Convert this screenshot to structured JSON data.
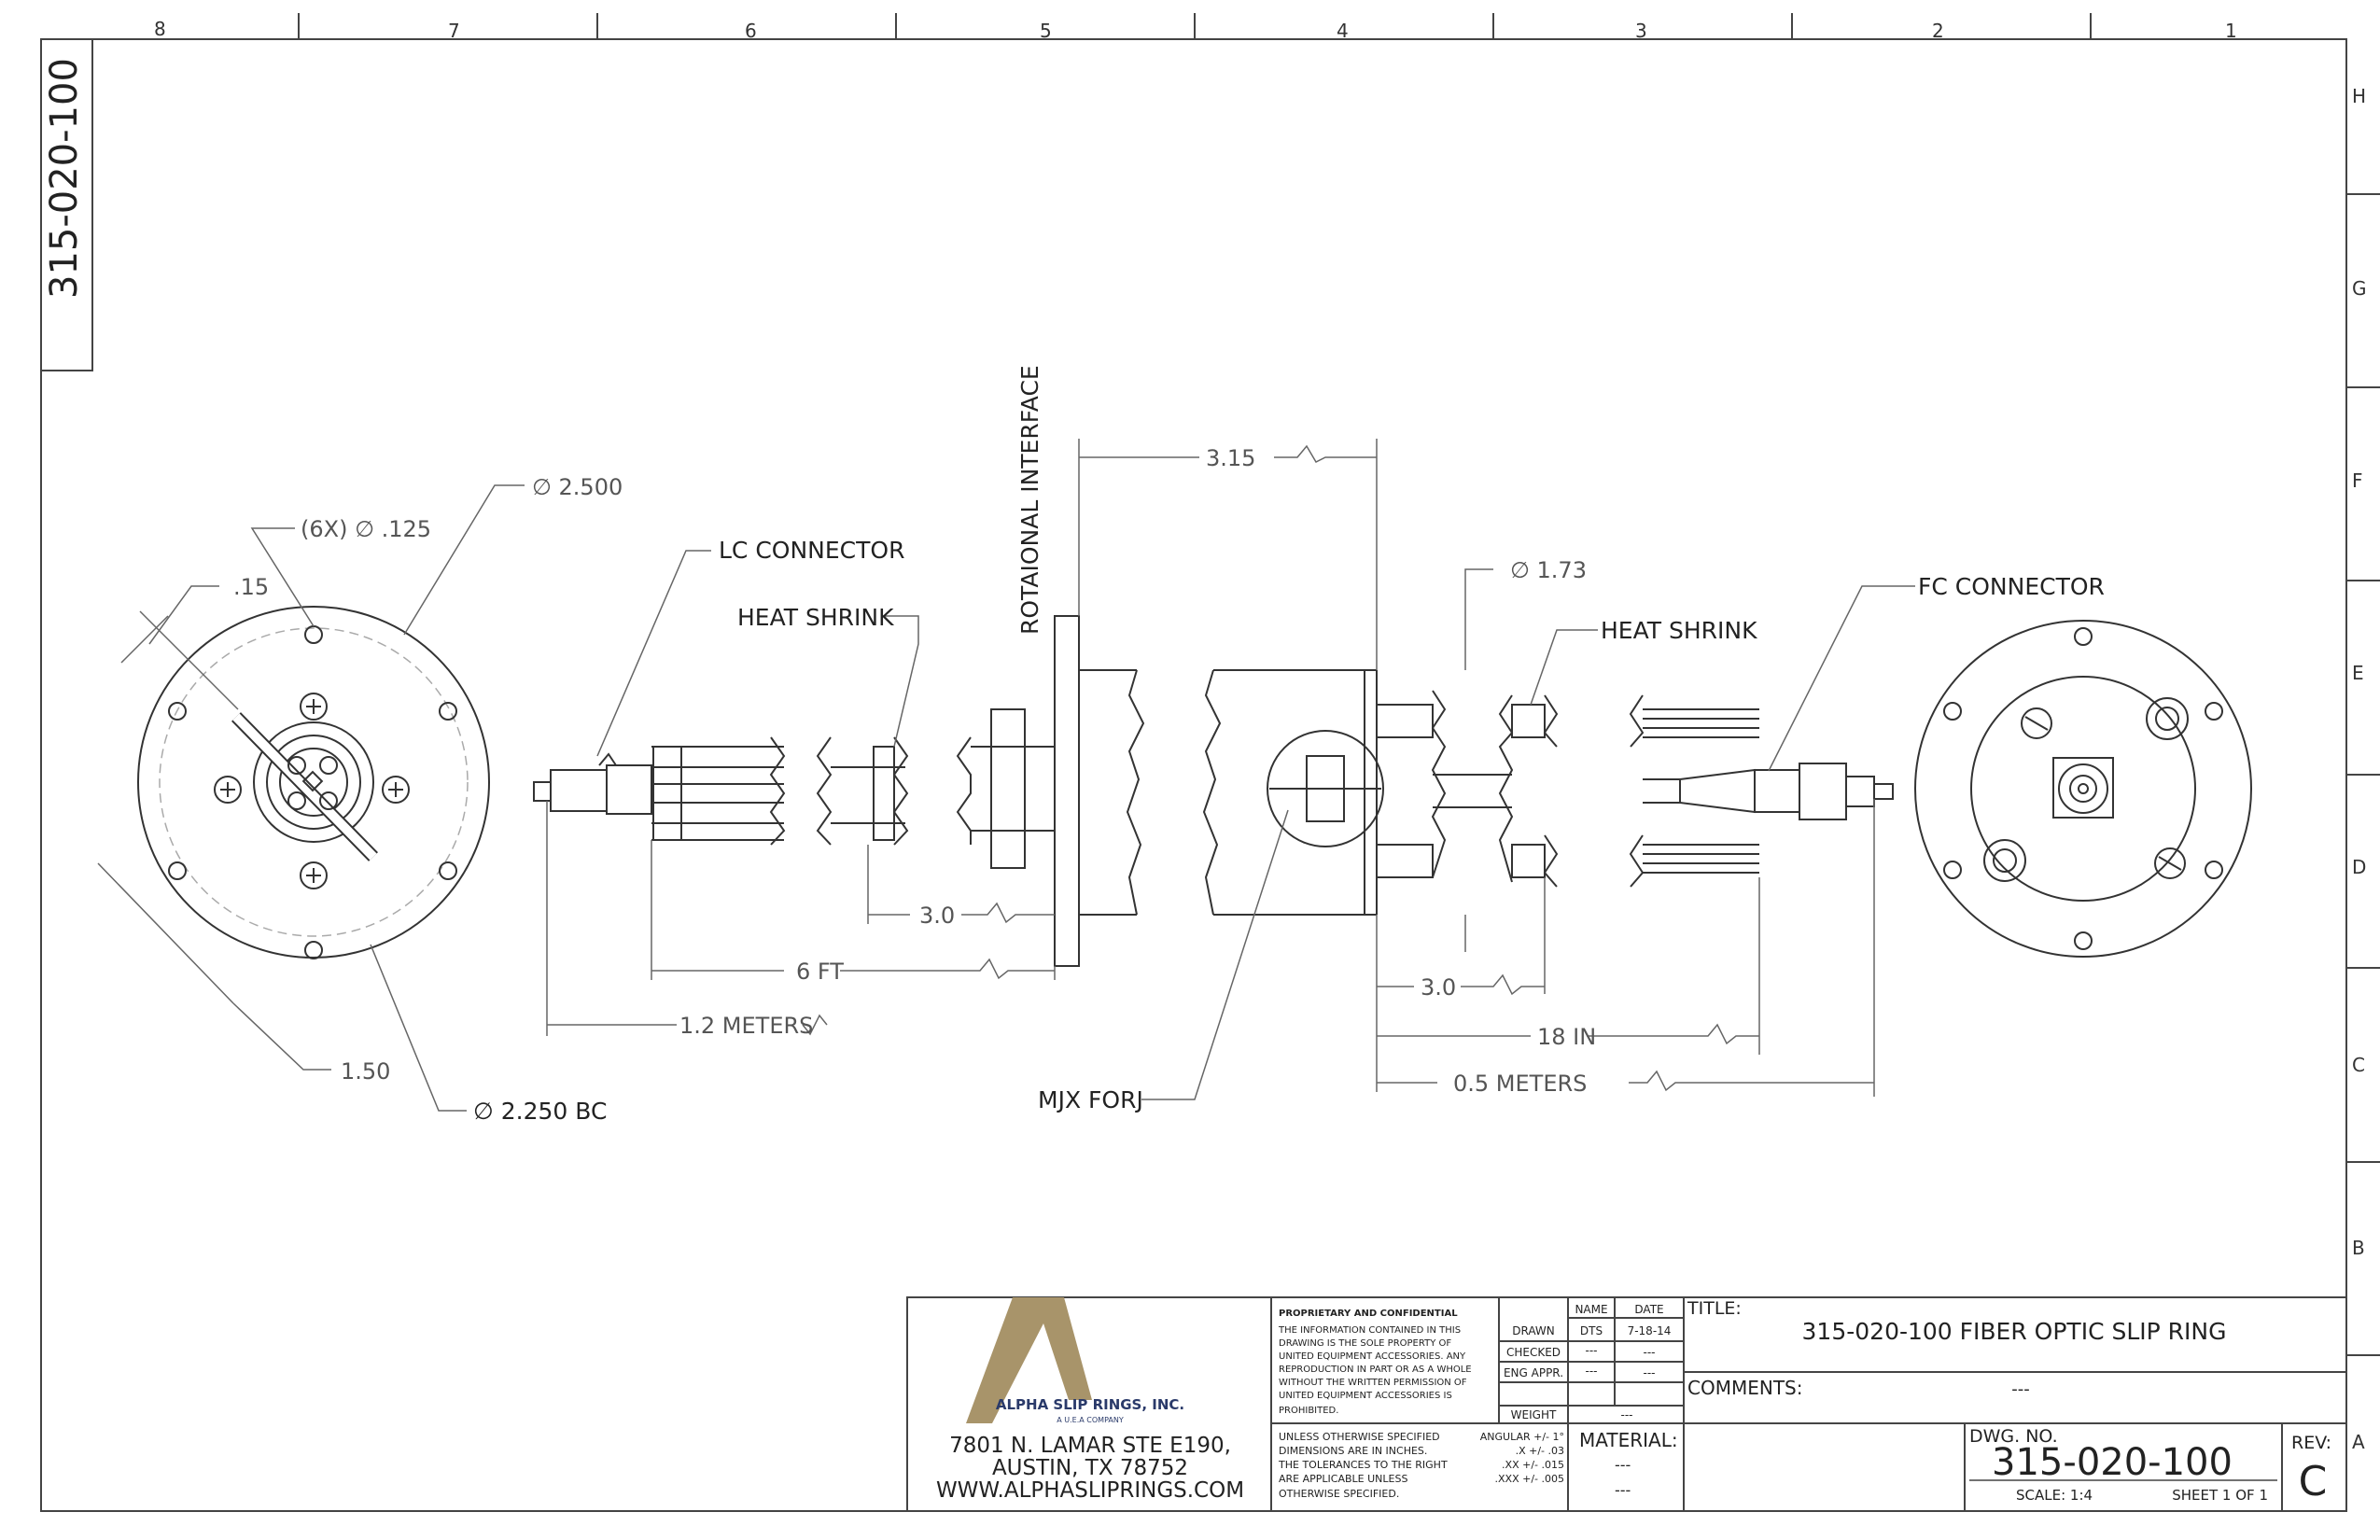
{
  "sheet": {
    "zones_top": [
      "8",
      "7",
      "6",
      "5",
      "4",
      "3",
      "2",
      "1"
    ],
    "zones_side": [
      "H",
      "G",
      "F",
      "E",
      "D",
      "C",
      "B",
      "A"
    ],
    "corner_number": "315-020-100"
  },
  "callouts": {
    "lc_connector": "LC CONNECTOR",
    "heat_shrink_left": "HEAT SHRINK",
    "heat_shrink_right": "HEAT SHRINK",
    "rotational_interface": "ROTAIONAL INTERFACE",
    "fc_connector": "FC CONNECTOR",
    "mjx_forj": "MJX FORJ",
    "dia_2500": "∅ 2.500",
    "holes_6x": "(6X)  ∅ .125",
    "dim_15": ".15",
    "dim_150": "1.50",
    "dia_bc": "∅ 2.250 BC",
    "dim_315": "3.15",
    "dia_173": "∅ 1.73",
    "dim_30_left": "3.0",
    "dim_6ft": "6 FT",
    "dim_12m": "1.2 METERS",
    "dim_30_right": "3.0",
    "dim_18in": "18 IN",
    "dim_05m": "0.5 METERS"
  },
  "title_block": {
    "company_name": "ALPHA SLIP RINGS, INC.",
    "company_sub": "A U.E.A COMPANY",
    "address_line1": "7801 N. LAMAR STE E190,",
    "address_line2": "AUSTIN, TX 78752",
    "website": "WWW.ALPHASLIPRINGS.COM",
    "proprietary_title": "PROPRIETARY AND CONFIDENTIAL",
    "proprietary_lines": [
      "THE INFORMATION CONTAINED IN THIS",
      "DRAWING IS THE SOLE PROPERTY OF",
      "UNITED EQUIPMENT ACCESSORIES.  ANY",
      "REPRODUCTION IN PART OR AS A WHOLE",
      "WITHOUT THE WRITTEN PERMISSION OF",
      "UNITED EQUIPMENT ACCESSORIES IS",
      "PROHIBITED."
    ],
    "col_name": "NAME",
    "col_date": "DATE",
    "drawn_label": "DRAWN",
    "drawn_name": "DTS",
    "drawn_date": "7-18-14",
    "checked_label": "CHECKED",
    "checked_name": "---",
    "checked_date": "---",
    "eng_label": "ENG APPR.",
    "eng_name": "---",
    "eng_date": "---",
    "weight_label": "WEIGHT",
    "weight_value": "---",
    "tolerance_lines": [
      "UNLESS OTHERWISE SPECIFIED",
      "DIMENSIONS ARE IN INCHES.",
      "THE TOLERANCES TO THE RIGHT",
      "ARE APPLICABLE UNLESS",
      "OTHERWISE SPECIFIED."
    ],
    "tolerance_values": [
      "ANGULAR  +/- 1°",
      ".X +/- .03",
      ".XX +/- .015",
      ".XXX +/- .005"
    ],
    "material_label": "MATERIAL:",
    "material_value1": "---",
    "material_value2": "---",
    "title_label": "TITLE:",
    "title_value": "315-020-100 FIBER OPTIC SLIP RING",
    "comments_label": "COMMENTS:",
    "comments_value": "---",
    "dwg_label": "DWG. NO.",
    "dwg_number": "315-020-100",
    "rev_label": "REV:",
    "rev_value": "C",
    "scale": "SCALE: 1:4",
    "sheet": "SHEET 1 OF 1"
  },
  "colors": {
    "line": "#333333",
    "dim": "#666666",
    "logo_gold": "#a8946a",
    "logo_blue": "#2a3a6a"
  }
}
